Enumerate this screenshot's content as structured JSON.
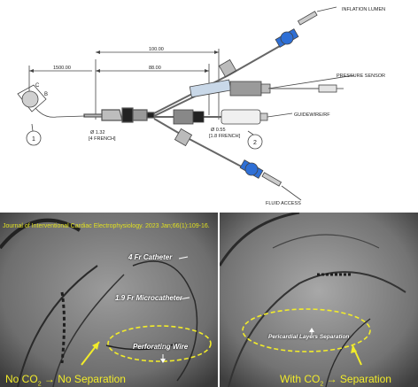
{
  "diagram": {
    "labels": {
      "inflation_lumen": "INFLATION LUMEN",
      "pressure_sensor": "PRESSURE SENSOR",
      "guidewire_rf": "GUIDEWIRE/RF",
      "fluid_access": "FLUID ACCESS",
      "dim_100": "100.00",
      "dim_88": "88.00",
      "dim_1500": "1500.00",
      "dia_132": "Ø 1.32",
      "dia_132_french": "[4 FRENCH]",
      "dia_055": "Ø 0.55",
      "dia_055_french": "[1.8 FRENCH]",
      "callout_1": "1",
      "callout_2": "2",
      "letter_c": "C",
      "letter_b": "B"
    },
    "colors": {
      "blue_valve": "#2e6fd6",
      "line": "#333333"
    }
  },
  "photos": {
    "citation": "Journal of Interventional Cardiac Electrophysiology. 2023 Jan;66(1):109-16.",
    "left": {
      "label_catheter": "4 Fr Catheter",
      "label_micro": "1.9 Fr Microcatheter",
      "label_wire": "Perforating Wire",
      "bottom_pre": "No CO",
      "bottom_sub": "2",
      "bottom_post": " → No Separation"
    },
    "right": {
      "label_sep": "Pericardial Layers Separation",
      "bottom_pre": "With CO",
      "bottom_sub": "2",
      "bottom_post": " → Separation"
    },
    "colors": {
      "annotation": "#f2ec2a"
    }
  }
}
